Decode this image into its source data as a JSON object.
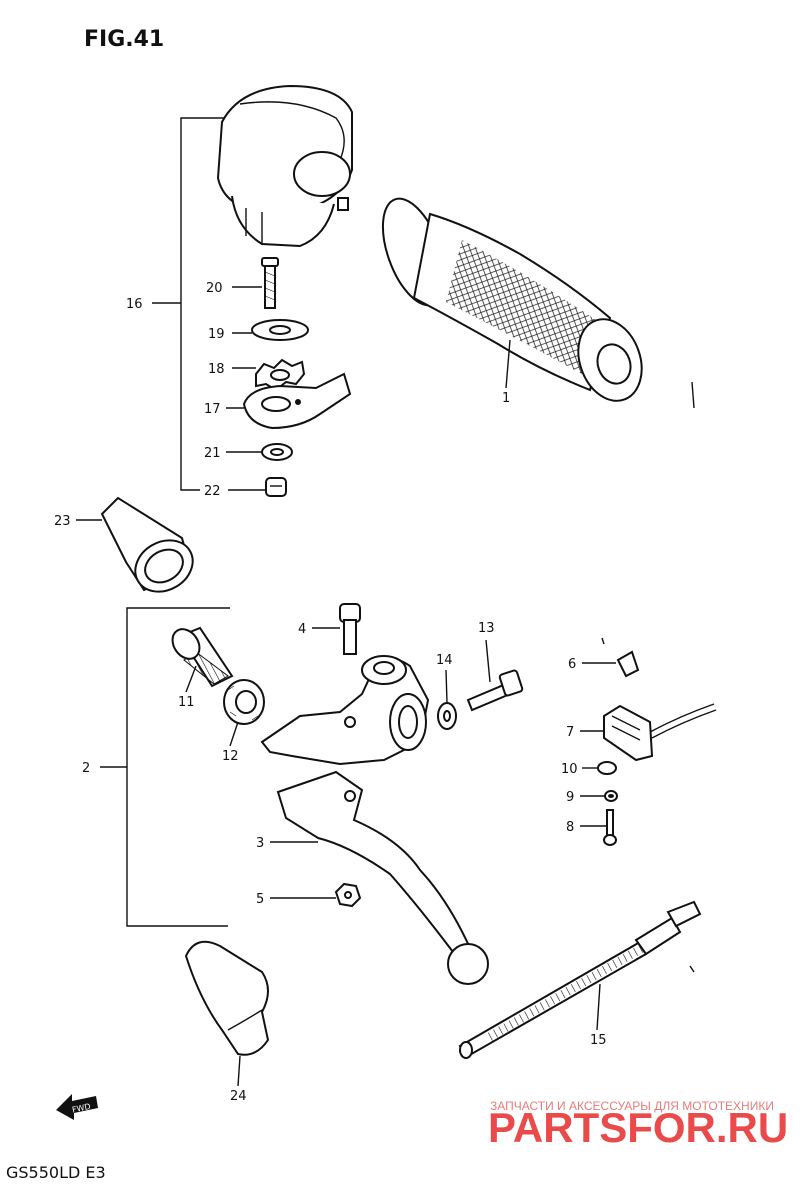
{
  "title": "FIG.41",
  "model": "GS550LD E3",
  "fwd_label": "FWD",
  "watermark": {
    "subtitle": "ЗАПЧАСТИ И АКСЕССУАРЫ ДЛЯ МОТОТЕХНИКИ",
    "brand": "PARTSFOR.RU"
  },
  "callouts": {
    "p1": "1",
    "p2": "2",
    "p3": "3",
    "p4": "4",
    "p5": "5",
    "p6": "6",
    "p7": "7",
    "p8": "8",
    "p9": "9",
    "p10": "10",
    "p11": "11",
    "p12": "12",
    "p13": "13",
    "p14": "14",
    "p15": "15",
    "p16": "16",
    "p17": "17",
    "p18": "18",
    "p19": "19",
    "p20": "20",
    "p21": "21",
    "p22": "22",
    "p23": "23",
    "p24": "24"
  },
  "colors": {
    "ink": "#111111",
    "watermark": "#e94a4a",
    "background": "#ffffff"
  }
}
